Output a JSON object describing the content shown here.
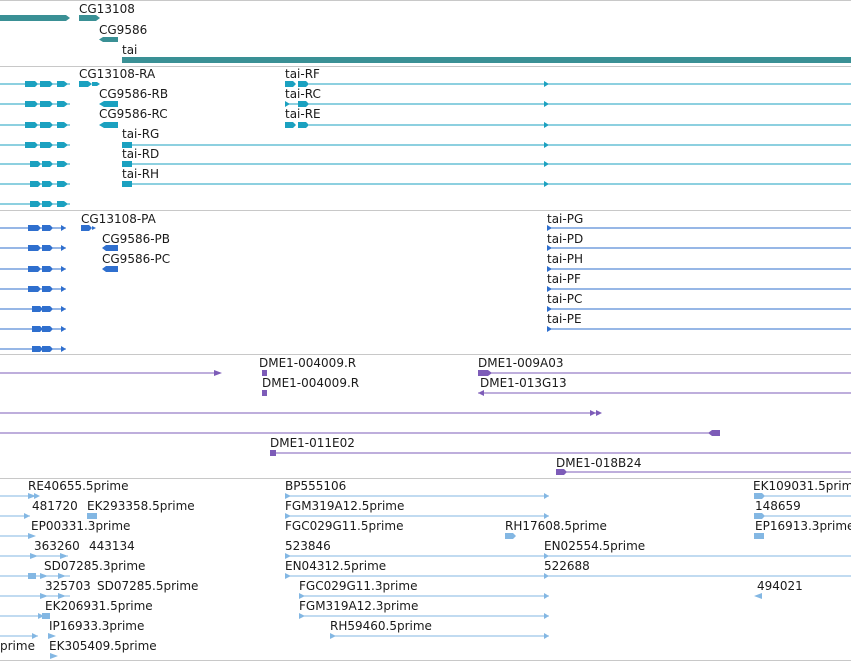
{
  "colors": {
    "gene": "#3a9095",
    "transcript": "#1ba1c0",
    "protein": "#2f6fce",
    "cdna": "#7d5cb8",
    "est": "#83b7e3",
    "separator": "#c8c8c8"
  },
  "tracks": {
    "genes": {
      "labels": [
        "CG13108",
        "CG9586",
        "tai"
      ]
    },
    "transcripts": {
      "labels": [
        "CG13108-RA",
        "CG9586-RB",
        "CG9586-RC",
        "tai-RG",
        "tai-RD",
        "tai-RH",
        "tai-RF",
        "tai-RC",
        "tai-RE"
      ]
    },
    "proteins": {
      "labels": [
        "CG13108-PA",
        "CG9586-PB",
        "CG9586-PC",
        "tai-PG",
        "tai-PD",
        "tai-PH",
        "tai-PF",
        "tai-PC",
        "tai-PE"
      ]
    },
    "cdna": {
      "labels": [
        "DME1-004009.R",
        "DME1-004009.R",
        "DME1-009A03",
        "DME1-013G13",
        "DME1-011E02",
        "DME1-018B24"
      ]
    },
    "ests": {
      "labels": [
        "RE40655.5prime",
        "481720",
        "EK293358.5prime",
        "EP00331.3prime",
        "363260",
        "443134",
        "SD07285.3prime",
        "325703",
        "SD07285.5prime",
        "EK206931.5prime",
        "IP16933.3prime",
        "EK305409.5prime",
        "prime",
        "BP555106",
        "FGM319A12.5prime",
        "FGC029G11.5prime",
        "523846",
        "EN04312.5prime",
        "FGC029G11.3prime",
        "FGM319A12.3prime",
        "RH59460.5prime",
        "RH17608.5prime",
        "EN02554.5prime",
        "522688",
        "EK109031.5prime",
        "148659",
        "EP16913.3prime",
        "494021"
      ]
    }
  }
}
